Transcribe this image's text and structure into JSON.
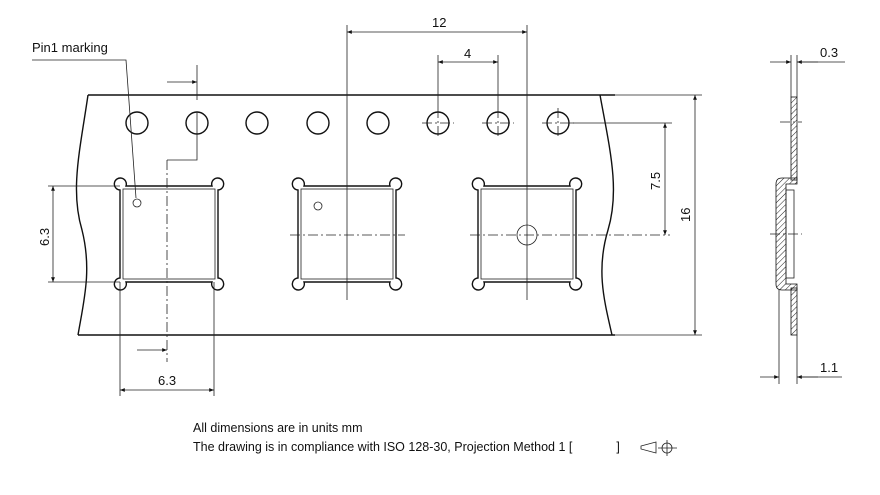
{
  "labels": {
    "pin1": "Pin1 marking",
    "dim_pitch_pocket": "12",
    "dim_pitch_hole": "4",
    "dim_hole_to_pocket": "7.5",
    "dim_tape_width": "16",
    "dim_pocket_height": "6.3",
    "dim_pocket_width": "6.3",
    "dim_thickness": "0.3",
    "dim_depth": "1.1"
  },
  "notes": {
    "line1": "All dimensions are in units mm",
    "line2": "The drawing is in compliance with ISO 128-30, Projection Method 1 [",
    "line2_end": "]"
  }
}
